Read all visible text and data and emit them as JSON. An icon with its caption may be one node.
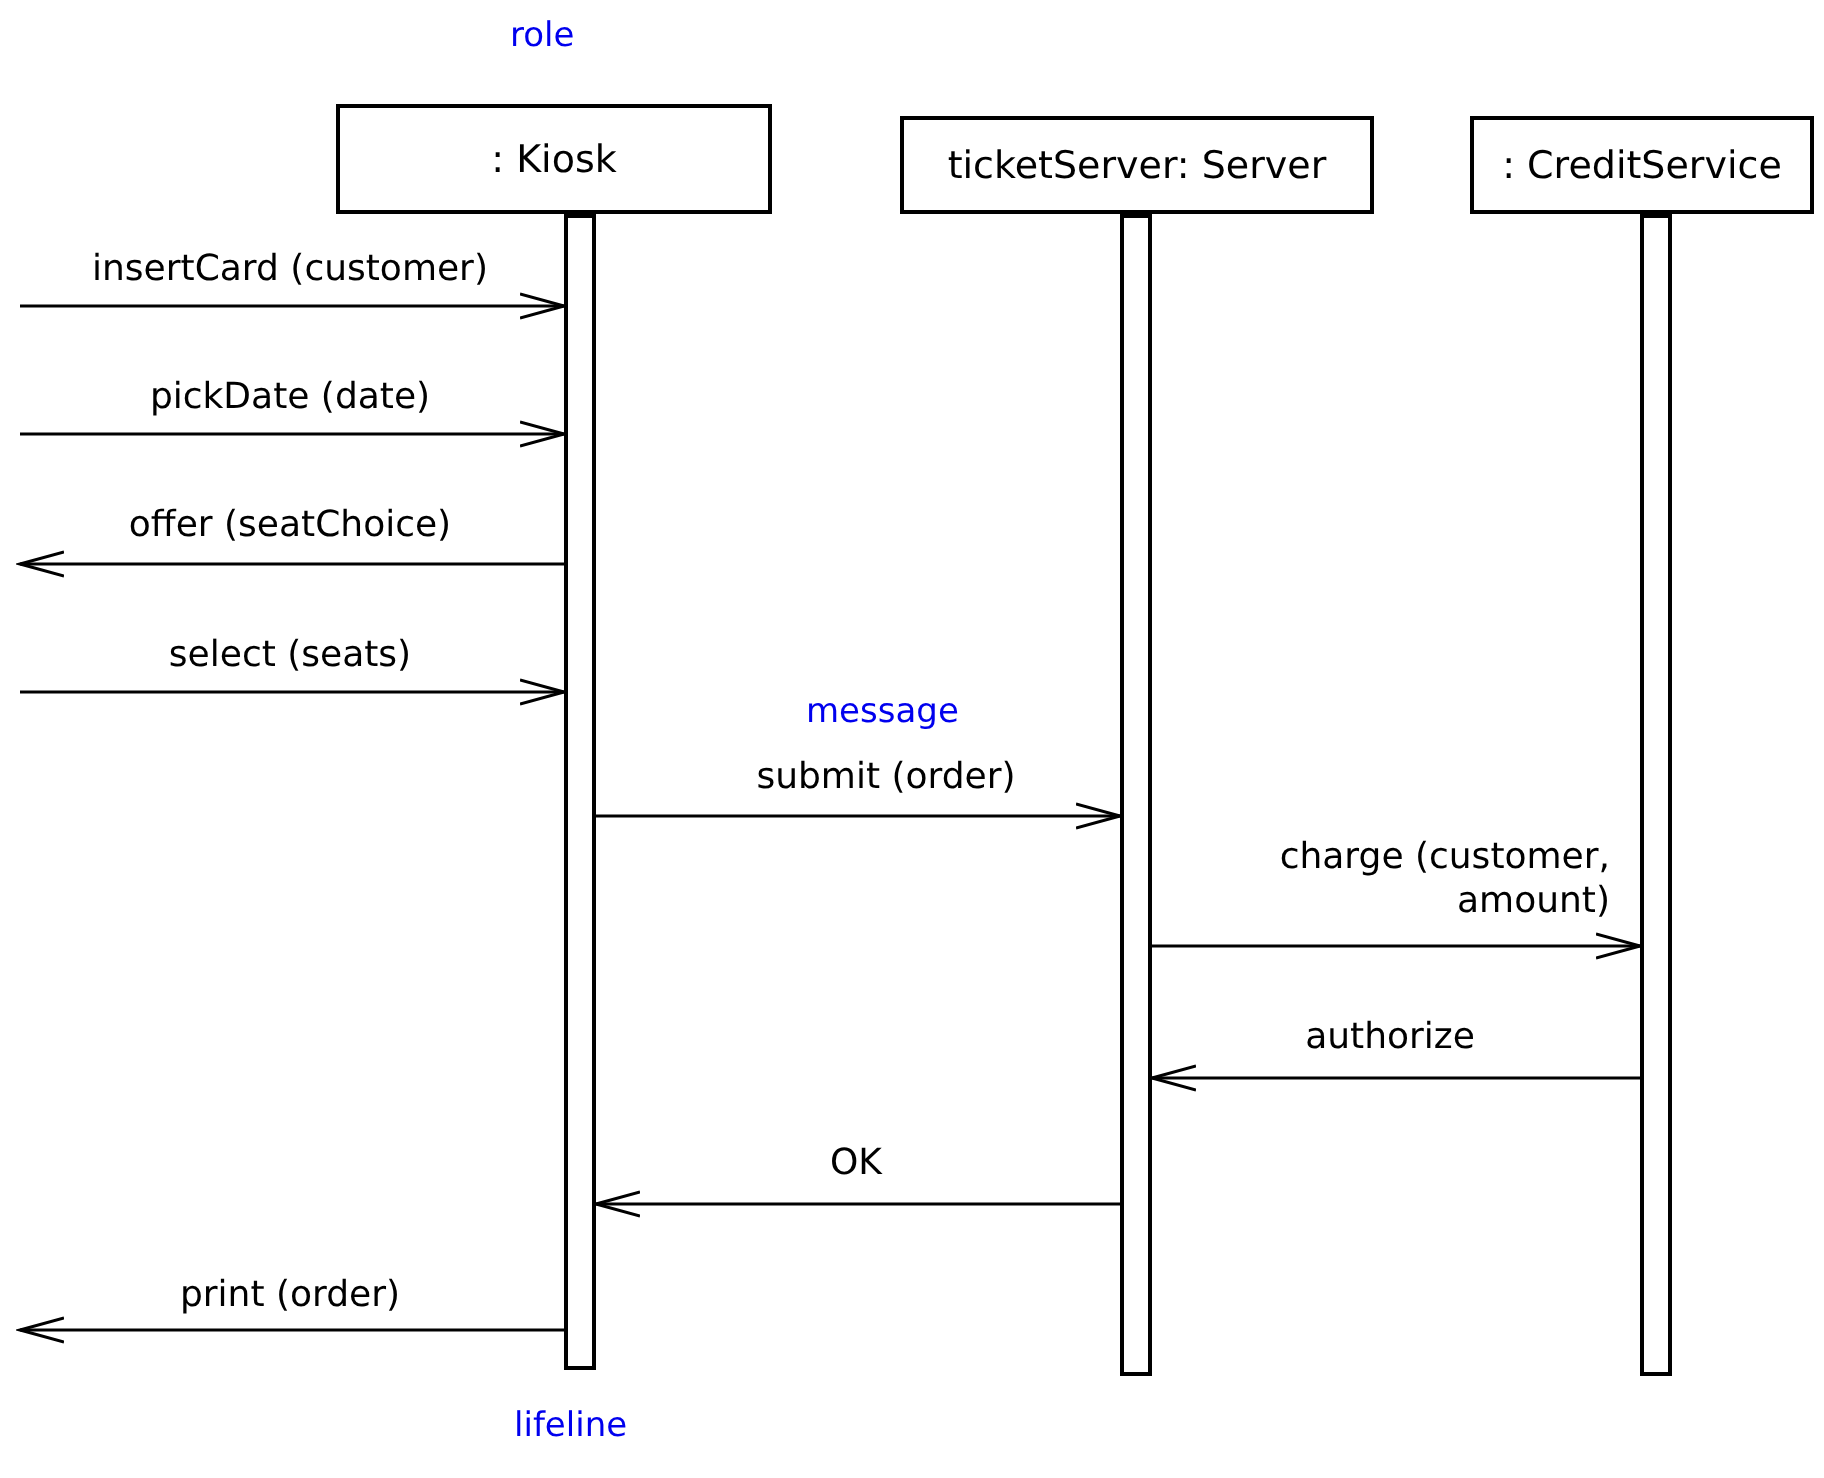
{
  "diagram": {
    "nodes": [
      {
        "text": [
          ": Kiosk"
        ]
      },
      {
        "text": [
          "ticketServer: Server"
        ]
      },
      {
        "text": [
          ": CreditService"
        ]
      },
      {
        "text": [],
        "shape": "bar"
      },
      {
        "text": [],
        "shape": "bar"
      },
      {
        "text": [],
        "shape": "bar"
      }
    ],
    "edges": [
      {
        "from": null,
        "to": 3,
        "arrow": "to",
        "label": "insertCard (customer)"
      },
      {
        "from": null,
        "to": 3,
        "arrow": "to",
        "label": "pickDate (date)"
      },
      {
        "from": 3,
        "to": null,
        "arrow": "to",
        "label": "offer (seatChoice)"
      },
      {
        "from": null,
        "to": 3,
        "arrow": "to",
        "label": "select (seats)"
      },
      {
        "from": 3,
        "to": 4,
        "arrow": "to",
        "label": "submit (order)"
      },
      {
        "from": 4,
        "to": 5,
        "arrow": "to",
        "label": "charge (customer, amount)"
      },
      {
        "from": 5,
        "to": 4,
        "arrow": "to",
        "label": "authorize"
      },
      {
        "from": 4,
        "to": 3,
        "arrow": "to",
        "label": "OK"
      },
      {
        "from": 3,
        "to": null,
        "arrow": "to",
        "label": "print (order)"
      }
    ],
    "labels": [
      "role",
      "message",
      "lifeline"
    ]
  }
}
